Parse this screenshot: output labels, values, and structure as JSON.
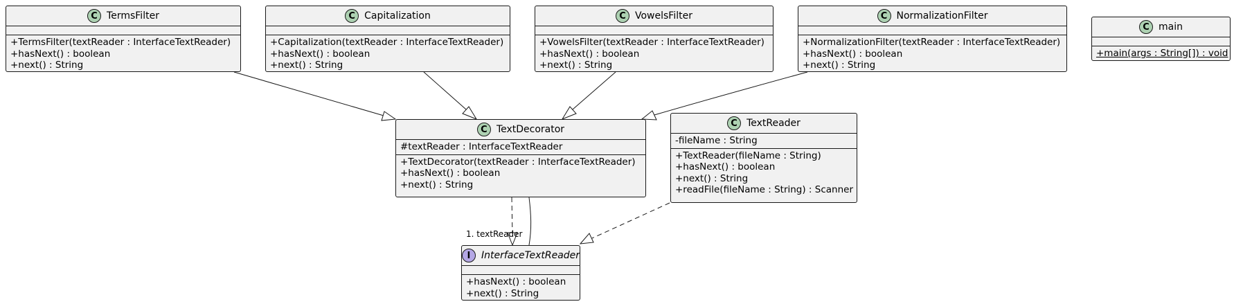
{
  "classes": [
    {
      "id": "termsfilter",
      "kind": "C",
      "name": "TermsFilter",
      "attributes": [],
      "methods": [
        "+TermsFilter(textReader : InterfaceTextReader)",
        "+hasNext() : boolean",
        "+next() : String"
      ]
    },
    {
      "id": "capitalization",
      "kind": "C",
      "name": "Capitalization",
      "attributes": [],
      "methods": [
        "+Capitalization(textReader : InterfaceTextReader)",
        "+hasNext() : boolean",
        "+next() : String"
      ]
    },
    {
      "id": "vowelsfilter",
      "kind": "C",
      "name": "VowelsFilter",
      "attributes": [],
      "methods": [
        "+VowelsFilter(textReader : InterfaceTextReader)",
        "+hasNext() : boolean",
        "+next() : String"
      ]
    },
    {
      "id": "normalizationfilter",
      "kind": "C",
      "name": "NormalizationFilter",
      "attributes": [],
      "methods": [
        "+NormalizationFilter(textReader : InterfaceTextReader)",
        "+hasNext() : boolean",
        "+next() : String"
      ]
    },
    {
      "id": "main",
      "kind": "C",
      "name": "main",
      "attributes": [],
      "methods": [
        "+main(args : String[]) : void"
      ],
      "static_methods": true
    },
    {
      "id": "textdecorator",
      "kind": "C",
      "name": "TextDecorator",
      "attributes": [
        "#textReader : InterfaceTextReader"
      ],
      "methods": [
        "+TextDecorator(textReader : InterfaceTextReader)",
        "+hasNext() : boolean",
        "+next() : String"
      ]
    },
    {
      "id": "textreader",
      "kind": "C",
      "name": "TextReader",
      "attributes": [
        "-fileName : String"
      ],
      "methods": [
        "+TextReader(fileName : String)",
        "+hasNext() : boolean",
        "+next() : String",
        "+readFile(fileName : String) : Scanner"
      ]
    },
    {
      "id": "interfacetextreader",
      "kind": "I",
      "name": "InterfaceTextReader",
      "attributes": [],
      "methods": [
        "+hasNext() : boolean",
        "+next() : String"
      ],
      "italic": true
    }
  ],
  "relations": [
    {
      "from": "termsfilter",
      "to": "textdecorator",
      "type": "extends"
    },
    {
      "from": "capitalization",
      "to": "textdecorator",
      "type": "extends"
    },
    {
      "from": "vowelsfilter",
      "to": "textdecorator",
      "type": "extends"
    },
    {
      "from": "normalizationfilter",
      "to": "textdecorator",
      "type": "extends"
    },
    {
      "from": "textdecorator",
      "to": "interfacetextreader",
      "type": "implements"
    },
    {
      "from": "textdecorator",
      "to": "interfacetextreader",
      "type": "association",
      "label": "1. textReader"
    },
    {
      "from": "textreader",
      "to": "interfacetextreader",
      "type": "implements"
    }
  ],
  "colors": {
    "class_fill": "#f1f1f1",
    "border": "#181818",
    "class_badge": "#add1b2",
    "interface_badge": "#b4a7e5"
  }
}
